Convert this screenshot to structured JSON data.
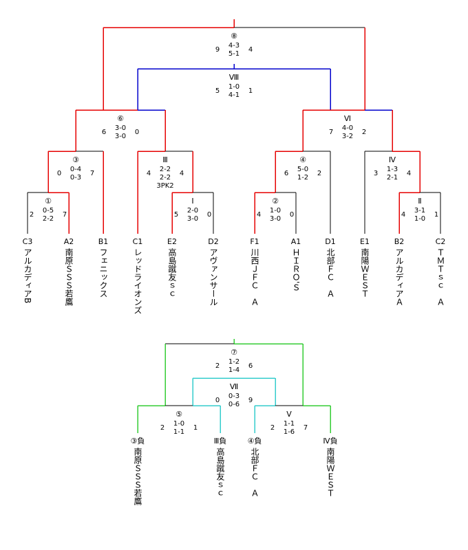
{
  "colors": {
    "black": "#000000",
    "red": "#e60000",
    "blue": "#0000cc",
    "green": "#33cc33",
    "cyan": "#33cccc"
  },
  "teams": [
    {
      "id": "c3",
      "code": "C3",
      "name": "アルカディアB"
    },
    {
      "id": "a2",
      "code": "A2",
      "name": "南原ＳＳＳ若鷹"
    },
    {
      "id": "b1",
      "code": "B1",
      "name": "フェニックス"
    },
    {
      "id": "c1",
      "code": "C1",
      "name": "レッドライオンズ"
    },
    {
      "id": "e2",
      "code": "E2",
      "name": "高島蹴友ｓｃ"
    },
    {
      "id": "d2",
      "code": "D2",
      "name": "アヴァンサール"
    },
    {
      "id": "f1",
      "code": "F1",
      "name": "川西ＪＦＣ　Ａ"
    },
    {
      "id": "a1",
      "code": "A1",
      "name": "ＨＩＲＯ'Ｓ"
    },
    {
      "id": "d1",
      "code": "D1",
      "name": "北部ＦＣ　Ａ"
    },
    {
      "id": "e1",
      "code": "E1",
      "name": "南陽ＷＥＳＴ"
    },
    {
      "id": "b2",
      "code": "B2",
      "name": "アルカディアＡ"
    },
    {
      "id": "c2",
      "code": "C2",
      "name": "ＴＭＴｓｃ　Ａ"
    }
  ],
  "loser_teams": [
    {
      "id": "l3",
      "code": "③負",
      "name": "南原ＳＳＳ若鷹"
    },
    {
      "id": "l3r",
      "code": "Ⅲ負",
      "name": "高島蹴友ｓｃ"
    },
    {
      "id": "l4",
      "code": "④負",
      "name": "北部ＦＣ　Ａ"
    },
    {
      "id": "l4r",
      "code": "Ⅳ負",
      "name": "南陽ＷＥＳＴ"
    }
  ],
  "matches": [
    {
      "id": "m1",
      "label": "①",
      "left": "2",
      "right": "7",
      "scores": [
        "0-5",
        "2-2"
      ]
    },
    {
      "id": "m2",
      "label": "②",
      "left": "4",
      "right": "0",
      "scores": [
        "1-0",
        "3-0"
      ]
    },
    {
      "id": "m3",
      "label": "③",
      "left": "0",
      "right": "7",
      "scores": [
        "0-4",
        "0-3"
      ]
    },
    {
      "id": "m4",
      "label": "④",
      "left": "6",
      "right": "2",
      "scores": [
        "5-0",
        "1-2"
      ]
    },
    {
      "id": "m5",
      "label": "⑤",
      "left": "2",
      "right": "1",
      "scores": [
        "1-0",
        "1-1"
      ]
    },
    {
      "id": "m6",
      "label": "⑥",
      "left": "6",
      "right": "0",
      "scores": [
        "3-0",
        "3-0"
      ]
    },
    {
      "id": "m7",
      "label": "⑦",
      "left": "2",
      "right": "6",
      "scores": [
        "1-2",
        "1-4"
      ]
    },
    {
      "id": "m8",
      "label": "⑧",
      "left": "9",
      "right": "4",
      "scores": [
        "4-3",
        "5-1"
      ]
    },
    {
      "id": "r1",
      "label": "Ⅰ",
      "left": "5",
      "right": "0",
      "scores": [
        "2-0",
        "3-0"
      ]
    },
    {
      "id": "r2",
      "label": "Ⅱ",
      "left": "4",
      "right": "1",
      "scores": [
        "3-1",
        "1-0"
      ]
    },
    {
      "id": "r3",
      "label": "Ⅲ",
      "left": "4",
      "right": "4",
      "scores": [
        "2-2",
        "2-2"
      ],
      "pk": "3PK2"
    },
    {
      "id": "r4",
      "label": "Ⅳ",
      "left": "3",
      "right": "4",
      "scores": [
        "1-3",
        "2-1"
      ]
    },
    {
      "id": "r5",
      "label": "Ⅴ",
      "left": "2",
      "right": "7",
      "scores": [
        "1-1",
        "1-6"
      ]
    },
    {
      "id": "r6",
      "label": "Ⅵ",
      "left": "7",
      "right": "2",
      "scores": [
        "4-0",
        "3-2"
      ]
    },
    {
      "id": "r7",
      "label": "Ⅶ",
      "left": "0",
      "right": "9",
      "scores": [
        "0-3",
        "0-6"
      ]
    },
    {
      "id": "r8",
      "label": "Ⅷ",
      "left": "5",
      "right": "1",
      "scores": [
        "1-0",
        "4-1"
      ]
    }
  ]
}
